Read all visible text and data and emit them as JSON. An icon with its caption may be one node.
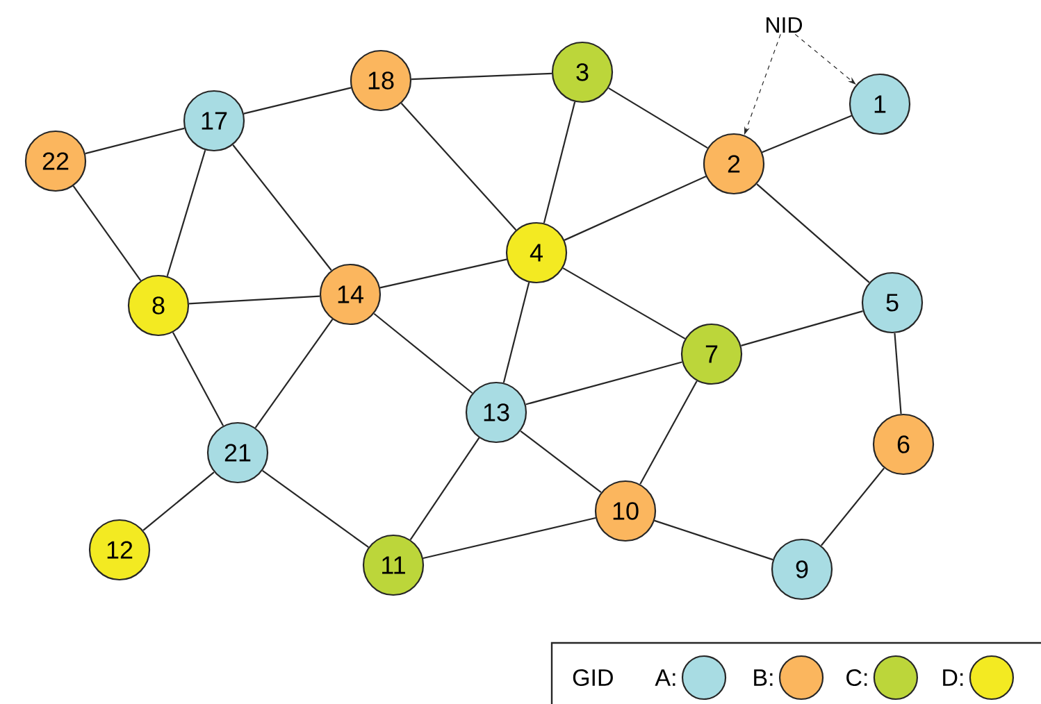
{
  "diagram": {
    "nodes": [
      {
        "text": [
          "NID"
        ]
      },
      {
        "text": [
          "1"
        ]
      },
      {
        "text": [
          "2"
        ]
      },
      {
        "text": [
          "3"
        ]
      },
      {
        "text": [
          "4"
        ]
      },
      {
        "text": [
          "5"
        ]
      },
      {
        "text": [
          "6"
        ]
      },
      {
        "text": [
          "7"
        ]
      },
      {
        "text": [
          "8"
        ]
      },
      {
        "text": [
          "9"
        ]
      },
      {
        "text": [
          "10"
        ]
      },
      {
        "text": [
          "11"
        ]
      },
      {
        "text": [
          "12"
        ]
      },
      {
        "text": [
          "13"
        ]
      },
      {
        "text": [
          "14"
        ]
      },
      {
        "text": [
          "17"
        ]
      },
      {
        "text": [
          "18"
        ]
      },
      {
        "text": [
          "21"
        ]
      },
      {
        "text": [
          "22"
        ]
      }
    ],
    "edges": [
      {
        "from": 18,
        "to": 15,
        "arrow": "none"
      },
      {
        "from": 15,
        "to": 16,
        "arrow": "none"
      },
      {
        "from": 16,
        "to": 3,
        "arrow": "none"
      },
      {
        "from": 3,
        "to": 2,
        "arrow": "none"
      },
      {
        "from": 2,
        "to": 1,
        "arrow": "none"
      },
      {
        "from": 3,
        "to": 4,
        "arrow": "none"
      },
      {
        "from": 16,
        "to": 4,
        "arrow": "none"
      },
      {
        "from": 15,
        "to": 8,
        "arrow": "none"
      },
      {
        "from": 15,
        "to": 14,
        "arrow": "none"
      },
      {
        "from": 18,
        "to": 8,
        "arrow": "none"
      },
      {
        "from": 8,
        "to": 14,
        "arrow": "none"
      },
      {
        "from": 14,
        "to": 4,
        "arrow": "none"
      },
      {
        "from": 4,
        "to": 2,
        "arrow": "none"
      },
      {
        "from": 2,
        "to": 5,
        "arrow": "none"
      },
      {
        "from": 4,
        "to": 7,
        "arrow": "none"
      },
      {
        "from": 4,
        "to": 13,
        "arrow": "none"
      },
      {
        "from": 14,
        "to": 13,
        "arrow": "none"
      },
      {
        "from": 14,
        "to": 17,
        "arrow": "none"
      },
      {
        "from": 8,
        "to": 17,
        "arrow": "none"
      },
      {
        "from": 17,
        "to": 12,
        "arrow": "none"
      },
      {
        "from": 17,
        "to": 11,
        "arrow": "none"
      },
      {
        "from": 13,
        "to": 11,
        "arrow": "none"
      },
      {
        "from": 13,
        "to": 7,
        "arrow": "none"
      },
      {
        "from": 13,
        "to": 10,
        "arrow": "none"
      },
      {
        "from": 7,
        "to": 5,
        "arrow": "none"
      },
      {
        "from": 7,
        "to": 10,
        "arrow": "none"
      },
      {
        "from": 5,
        "to": 6,
        "arrow": "none"
      },
      {
        "from": 6,
        "to": 9,
        "arrow": "none"
      },
      {
        "from": 10,
        "to": 9,
        "arrow": "none"
      },
      {
        "from": 11,
        "to": 10,
        "arrow": "none"
      },
      {
        "from": 0,
        "to": 1,
        "arrow": "to",
        "style": "dashed"
      },
      {
        "from": 0,
        "to": 2,
        "arrow": "to",
        "style": "dashed"
      }
    ],
    "labels": [
      "GID"
    ],
    "legend": [
      {
        "text": "A:",
        "color": "#a8dce3"
      },
      {
        "text": "B:",
        "color": "#fbb65e"
      },
      {
        "text": "C:",
        "color": "#bcd63a"
      },
      {
        "text": "D:",
        "color": "#f3ea22"
      }
    ]
  }
}
